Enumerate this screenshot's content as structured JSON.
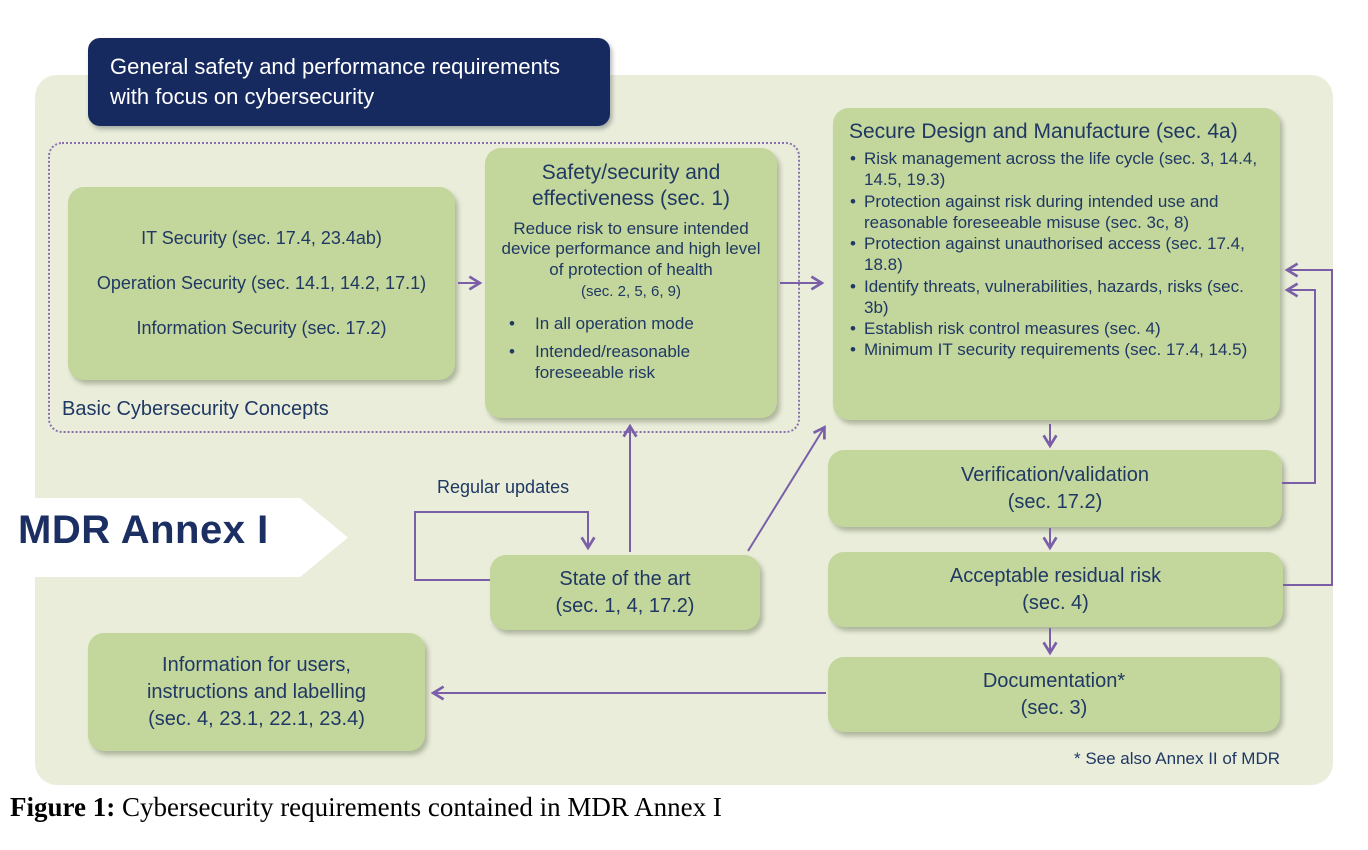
{
  "header": {
    "line1": "General safety and performance requirements",
    "line2": "with focus on cybersecurity"
  },
  "annex_label": "MDR Annex I",
  "basic_concepts": {
    "group_label": "Basic Cybersecurity Concepts",
    "items": [
      "IT Security (sec. 17.4, 23.4ab)",
      "Operation Security (sec. 14.1, 14.2, 17.1)",
      "Information Security (sec. 17.2)"
    ]
  },
  "safety_box": {
    "title": "Safety/security and effectiveness (sec. 1)",
    "body": "Reduce risk to ensure intended device performance and high level of protection of health",
    "ref": "(sec. 2, 5, 6, 9)",
    "bullets": [
      "In all operation mode",
      "Intended/reasonable foreseeable risk"
    ]
  },
  "secure_design": {
    "title": "Secure Design and Manufacture (sec. 4a)",
    "bullets": [
      "Risk management across the life cycle (sec. 3, 14.4, 14.5, 19.3)",
      "Protection against risk during intended use and reasonable foreseeable misuse (sec. 3c, 8)",
      "Protection against unauthorised access (sec. 17.4, 18.8)",
      "Identify threats, vulnerabilities, hazards, risks (sec. 3b)",
      "Establish risk control measures (sec. 4)",
      "Minimum IT security requirements (sec. 17.4, 14.5)"
    ]
  },
  "flow_boxes": {
    "verification": {
      "title": "Verification/validation",
      "ref": "(sec. 17.2)"
    },
    "acceptable": {
      "title": "Acceptable residual risk",
      "ref": "(sec. 4)"
    },
    "documentation": {
      "title": "Documentation*",
      "ref": "(sec. 3)"
    },
    "state_of_art": {
      "title": "State of the art",
      "ref": "(sec. 1, 4, 17.2)"
    },
    "information": {
      "line1": "Information for users,",
      "line2": "instructions and labelling",
      "line3": "(sec. 4, 23.1, 22.1, 23.4)"
    }
  },
  "labels": {
    "regular_updates": "Regular updates",
    "footnote": "* See also Annex II of MDR"
  },
  "caption": {
    "fig": "Figure 1:",
    "text": "Cybersecurity requirements contained in MDR Annex I"
  },
  "colors": {
    "panel_bg": "#e9edda",
    "box_green": "#c3d69b",
    "navy_text": "#1f3864",
    "header_bg": "#172a60",
    "arrow_purple": "#7a5fa8"
  }
}
